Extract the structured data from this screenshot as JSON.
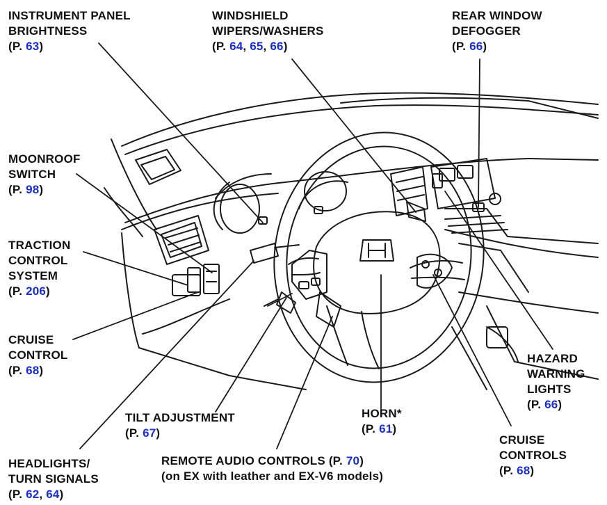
{
  "callouts": {
    "instrument_panel": {
      "lines": [
        "INSTRUMENT PANEL",
        "BRIGHTNESS"
      ],
      "pages": [
        "63"
      ]
    },
    "windshield": {
      "lines": [
        "WINDSHIELD",
        "WIPERS/WASHERS"
      ],
      "pages": [
        "64",
        "65",
        "66"
      ]
    },
    "rear_defogger": {
      "lines": [
        "REAR WINDOW",
        "DEFOGGER"
      ],
      "pages": [
        "66"
      ]
    },
    "moonroof": {
      "lines": [
        "MOONROOF",
        "SWITCH"
      ],
      "pages": [
        "98"
      ]
    },
    "traction": {
      "lines": [
        "TRACTION",
        "CONTROL",
        "SYSTEM"
      ],
      "pages": [
        "206"
      ]
    },
    "cruise_control": {
      "lines": [
        "CRUISE",
        "CONTROL"
      ],
      "pages": [
        "68"
      ]
    },
    "hazard": {
      "lines": [
        "HAZARD",
        "WARNING",
        "LIGHTS"
      ],
      "pages": [
        "66"
      ]
    },
    "tilt": {
      "lines": [
        "TILT ADJUSTMENT"
      ],
      "pages": [
        "67"
      ]
    },
    "horn": {
      "lines": [
        "HORN*"
      ],
      "pages": [
        "61"
      ]
    },
    "cruise_controls": {
      "lines": [
        "CRUISE",
        "CONTROLS"
      ],
      "pages": [
        "68"
      ]
    },
    "headlights": {
      "lines": [
        "HEADLIGHTS/",
        "TURN SIGNALS"
      ],
      "pages": [
        "62",
        "64"
      ]
    },
    "remote_audio": {
      "lines": [
        "REMOTE AUDIO CONTROLS (P. 70)",
        "(on EX with leather and EX-V6 models)"
      ],
      "pages": []
    }
  },
  "page_prefix": "(P. ",
  "page_suffix": ")",
  "page_separator": ", ",
  "colors": {
    "ink": "#111111",
    "page_ref": "#1a2ecc",
    "background": "#ffffff"
  }
}
